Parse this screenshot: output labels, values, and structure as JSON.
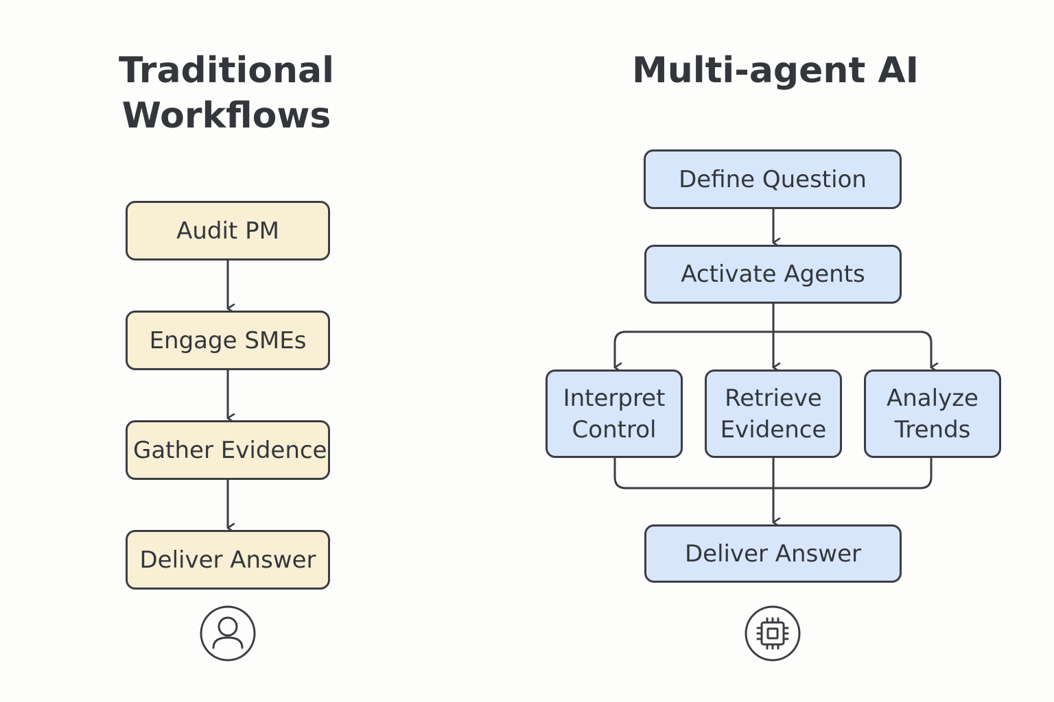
{
  "traditional": {
    "title": "Traditional\nWorkflows",
    "steps": [
      {
        "label": "Audit PM"
      },
      {
        "label": "Engage SMEs"
      },
      {
        "label": "Gather Evidence"
      },
      {
        "label": "Deliver Answer"
      }
    ],
    "icon": "person-icon",
    "fill_color": "#f8efd4"
  },
  "multi_agent": {
    "title": "Multi-agent AI",
    "define": {
      "label": "Define Question"
    },
    "activate": {
      "label": "Activate Agents"
    },
    "agents": [
      {
        "label": "Interpret\nControl"
      },
      {
        "label": "Retrieve\nEvidence"
      },
      {
        "label": "Analyze\nTrends"
      }
    ],
    "deliver": {
      "label": "Deliver Answer"
    },
    "icon": "chip-icon",
    "fill_color": "#d7e6fb"
  },
  "colors": {
    "stroke": "#3a3d42",
    "text": "#33373c",
    "background": "#fdfdfc"
  }
}
